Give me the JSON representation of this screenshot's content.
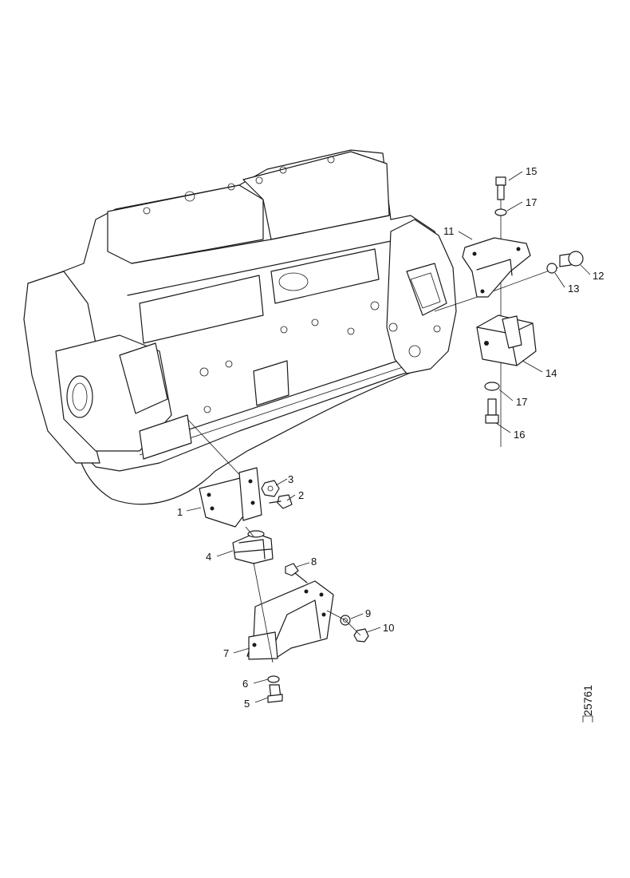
{
  "callouts": {
    "c1": "1",
    "c2": "2",
    "c3": "3",
    "c4": "4",
    "c5": "5",
    "c6": "6",
    "c7": "7",
    "c8": "8",
    "c9": "9",
    "c10": "10",
    "c11": "11",
    "c12": "12",
    "c13": "13",
    "c14": "14",
    "c15": "15",
    "c16": "16",
    "c17a": "17",
    "c17b": "17"
  },
  "reference_number": "25761"
}
